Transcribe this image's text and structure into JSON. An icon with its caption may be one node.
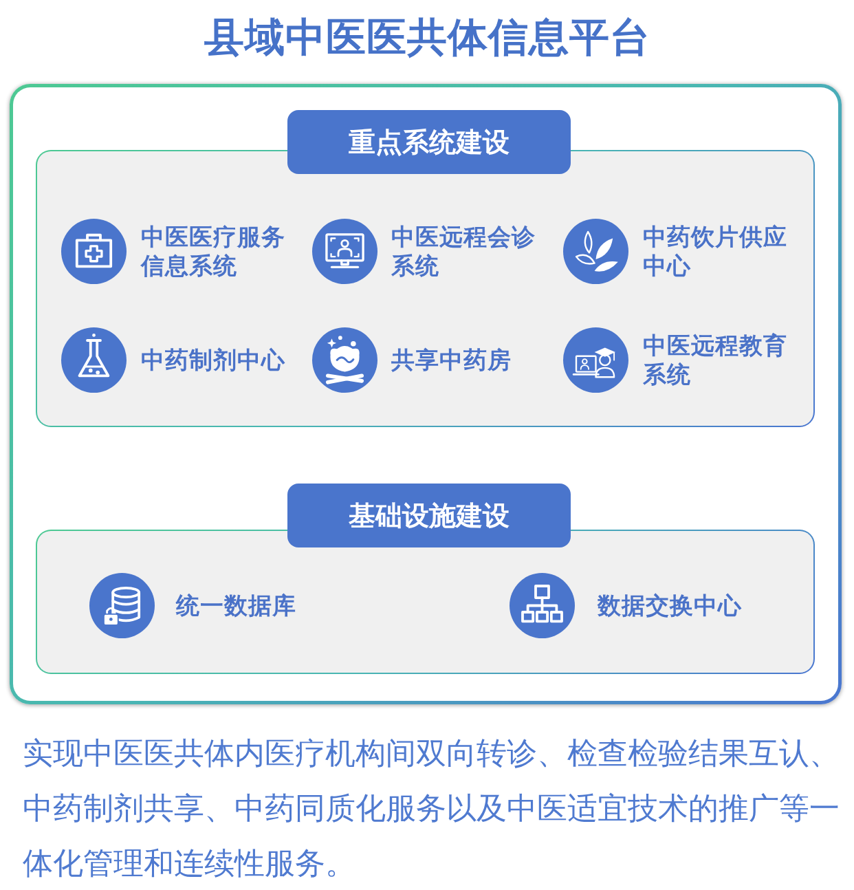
{
  "diagram": {
    "title": "县域中医医共体信息平台",
    "caption": "实现中医医共体内医疗机构间双向转诊、检查检验结果互认、中药制剂共享、中药同质化服务以及中医适宜技术的推广等一体化管理和连续性服务。",
    "nodes": [
      {
        "text": [],
        "shape": "box"
      },
      {
        "text": [
          "重点系统建设"
        ],
        "in": 0
      },
      {
        "text": [
          "中医医疗服务信息系统"
        ],
        "in": 1
      },
      {
        "text": [
          "中医远程会诊系统"
        ],
        "in": 1
      },
      {
        "text": [
          "中药饮片供应中心"
        ],
        "in": 1
      },
      {
        "text": [
          "中药制剂中心"
        ],
        "in": 1
      },
      {
        "text": [
          "共享中药房"
        ],
        "in": 1
      },
      {
        "text": [
          "中医远程教育系统"
        ],
        "in": 1
      },
      {
        "text": [
          "基础设施建设"
        ],
        "in": 0
      },
      {
        "text": [
          "统一数据库"
        ],
        "in": 8
      },
      {
        "text": [
          "数据交换中心"
        ],
        "in": 8
      }
    ]
  }
}
